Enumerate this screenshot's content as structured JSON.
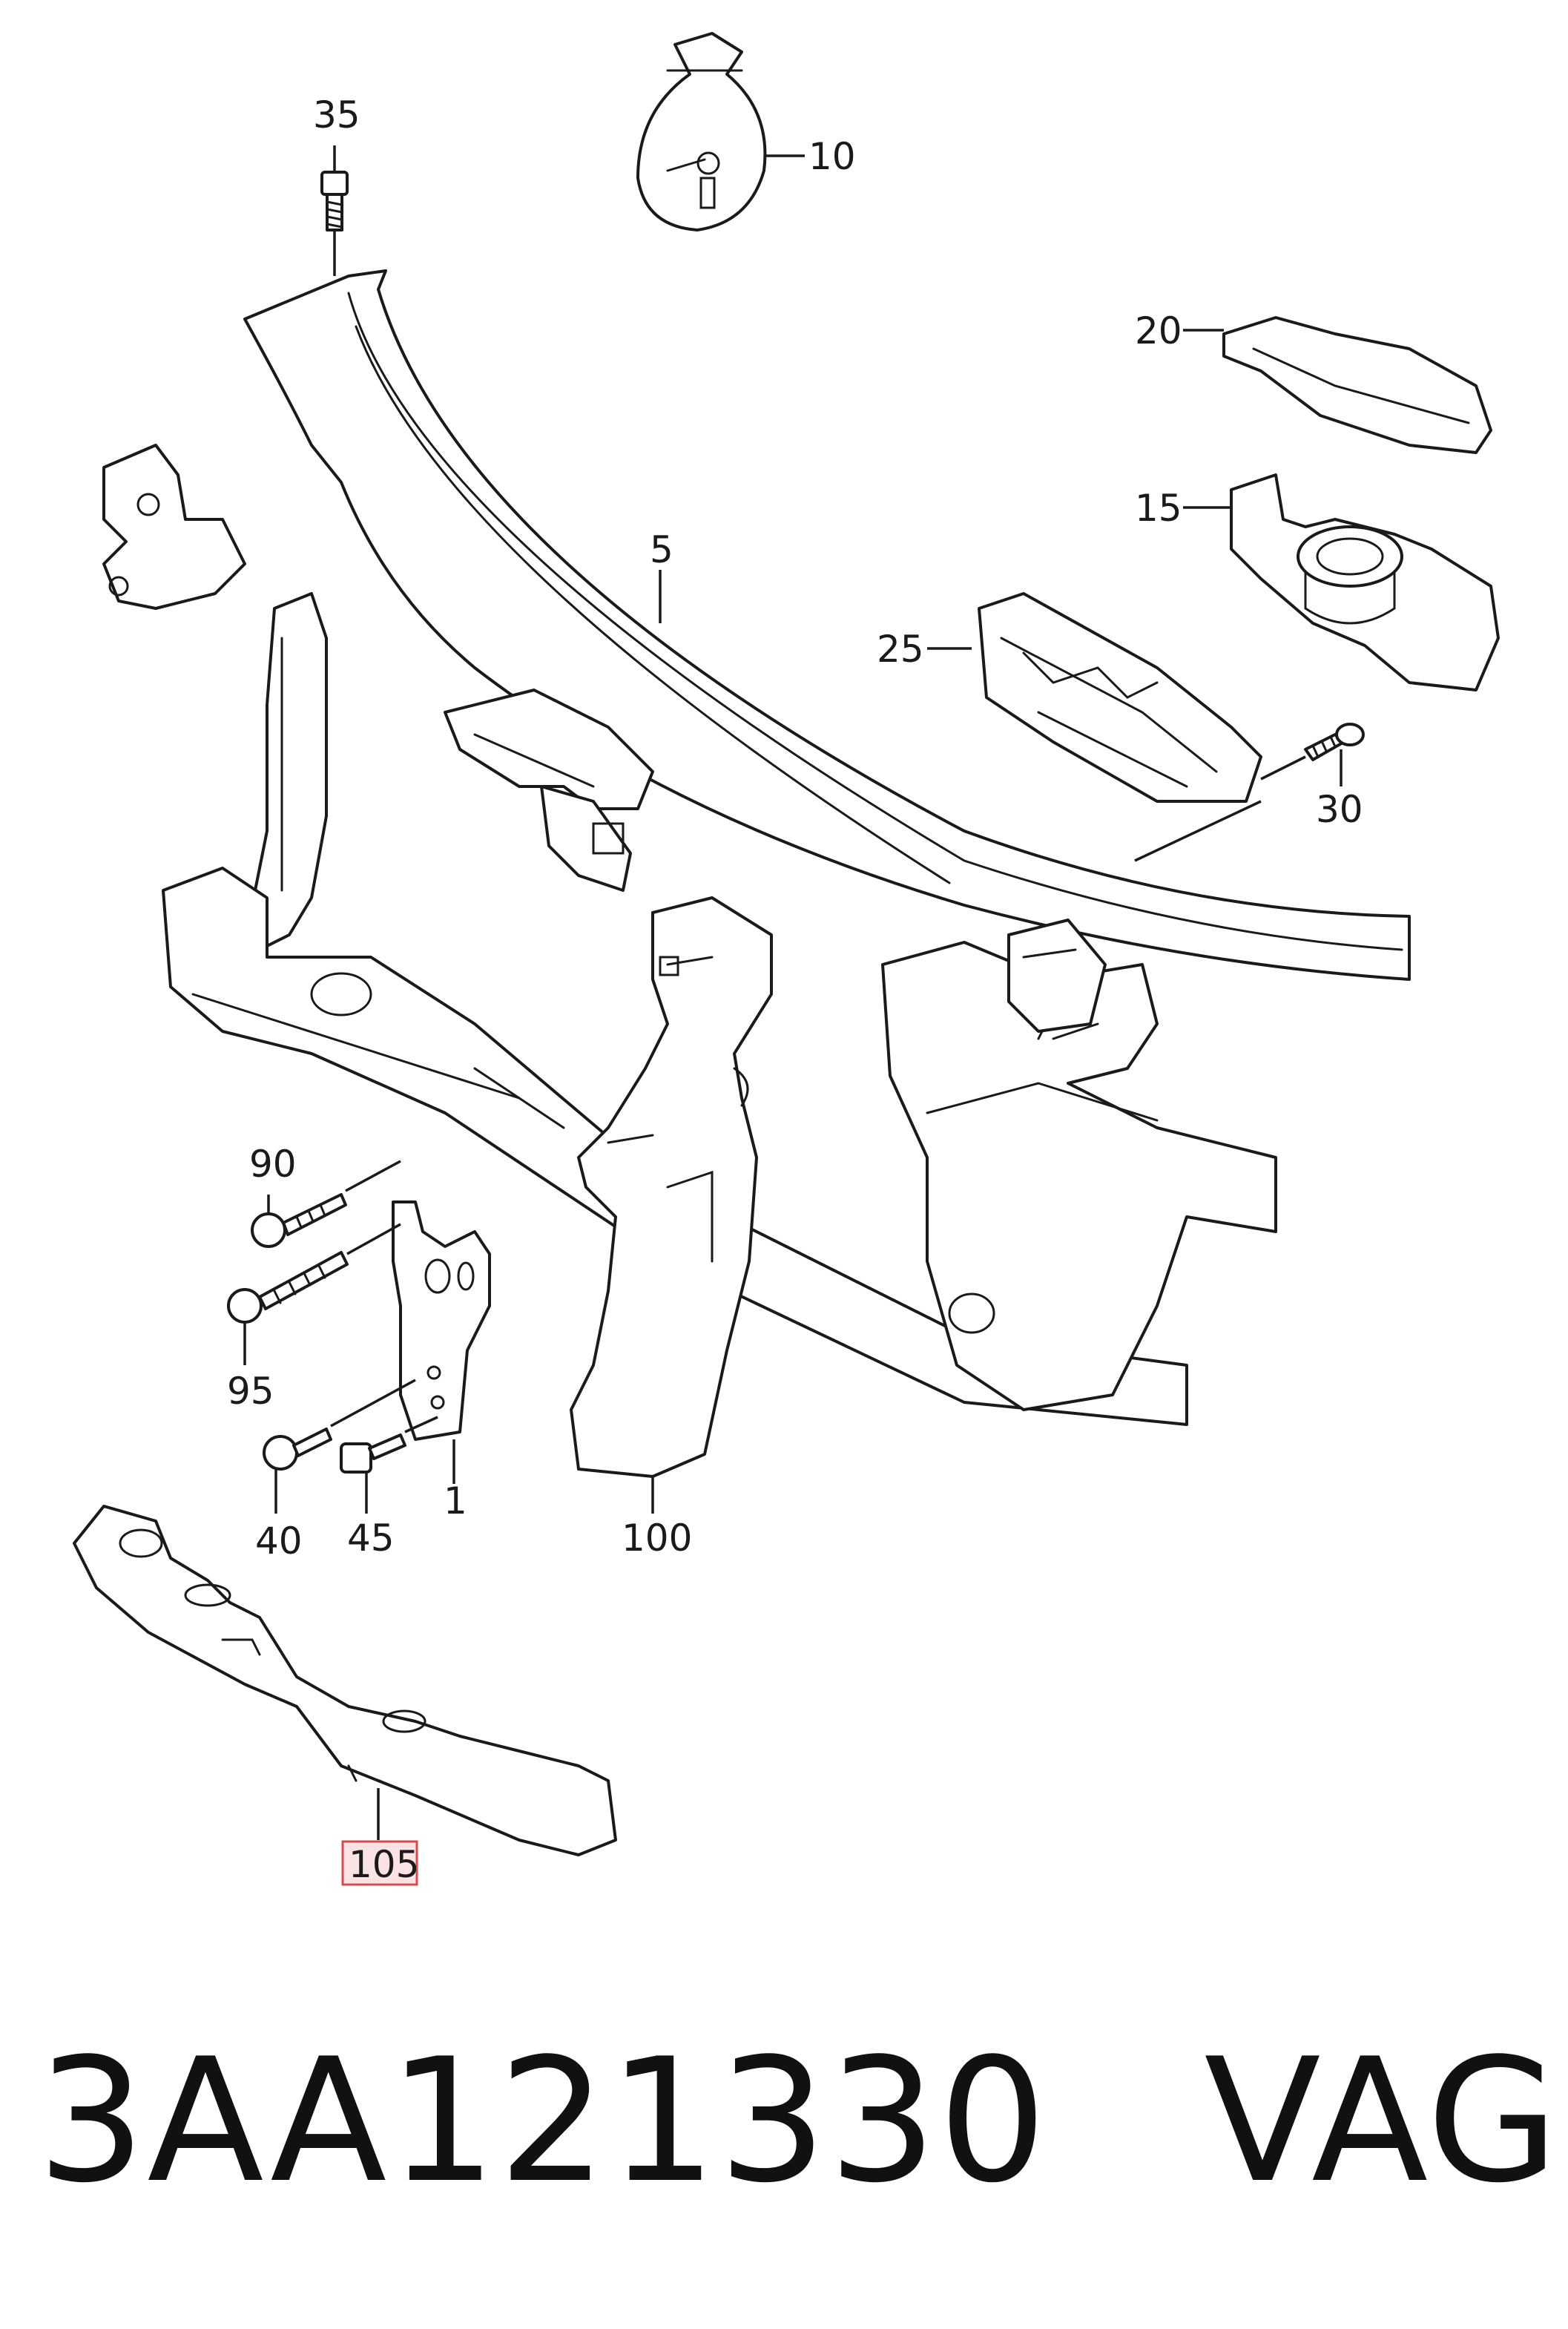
{
  "callouts": {
    "c35": "35",
    "c10": "10",
    "c20": "20",
    "c15": "15",
    "c5": "5",
    "c25": "25",
    "c30": "30",
    "c90": "90",
    "c95": "95",
    "c40": "40",
    "c45": "45",
    "c1": "1",
    "c100": "100",
    "c105": "105"
  },
  "highlight_color": "#e0474c",
  "caption": {
    "part_number": "3AA121330",
    "brand": "VAG"
  }
}
